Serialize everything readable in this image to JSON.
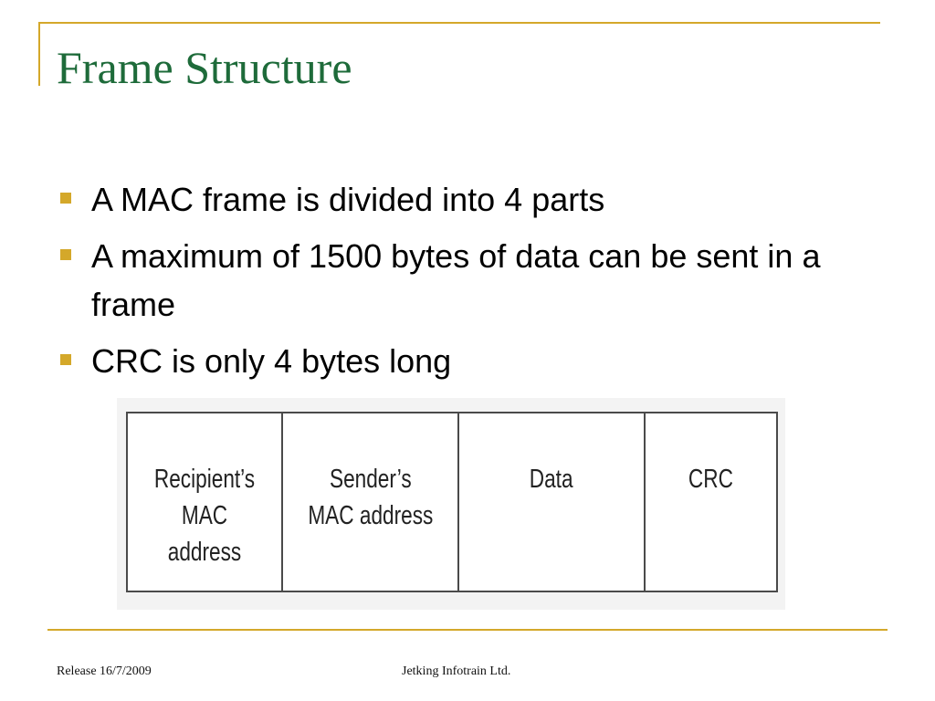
{
  "colors": {
    "title": "#1e6b3a",
    "accent": "#d4a82a",
    "text": "#000000"
  },
  "slide": {
    "title": "Frame Structure",
    "bullets": [
      "A MAC frame is divided into 4 parts",
      "A maximum of 1500 bytes of data can be sent in a frame",
      "CRC is only 4 bytes long"
    ]
  },
  "frame_diagram": {
    "fields": [
      "Recipient’s\nMAC address",
      "Sender’s\nMAC address",
      "Data",
      "CRC"
    ]
  },
  "footer": {
    "release": "Release 16/7/2009",
    "company": "Jetking Infotrain Ltd."
  }
}
